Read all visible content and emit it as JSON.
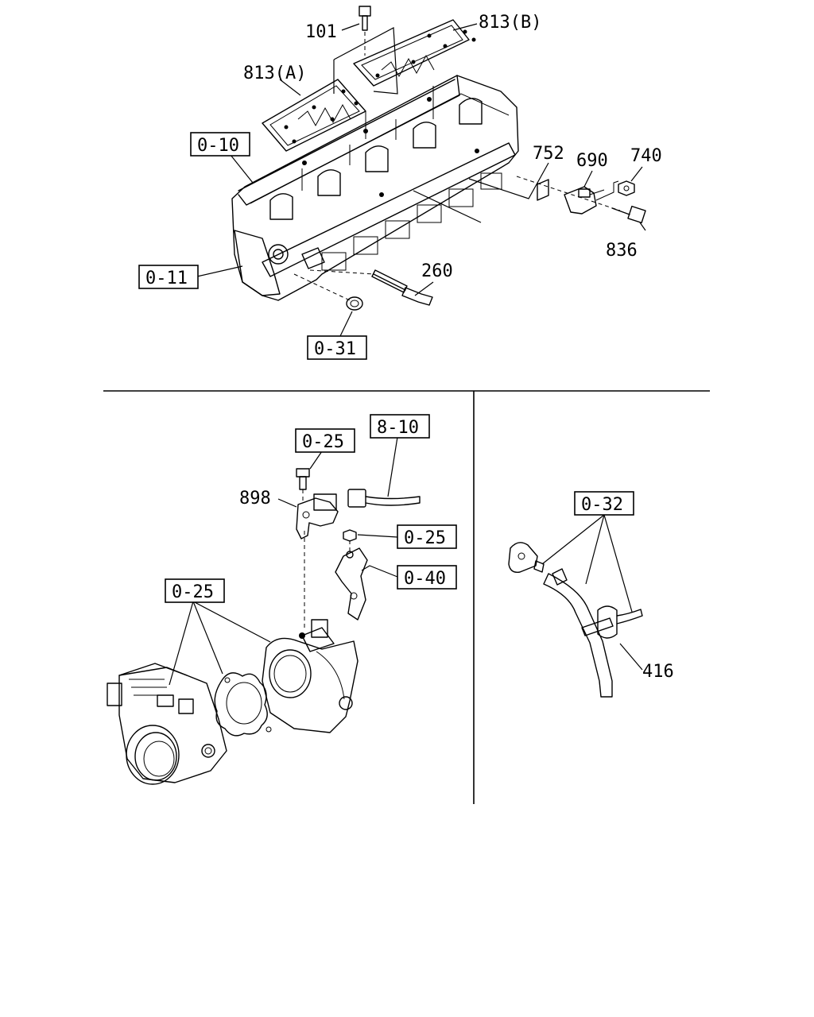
{
  "callouts": {
    "c101": "101",
    "c813b": "813(B)",
    "c813a": "813(A)",
    "c010": "0-10",
    "c752": "752",
    "c690": "690",
    "c740": "740",
    "c836": "836",
    "c011": "0-11",
    "c260": "260",
    "c031": "0-31",
    "c025_top": "0-25",
    "c810": "8-10",
    "c898": "898",
    "c025_nut": "0-25",
    "c040": "0-40",
    "c025_left": "0-25",
    "c032": "0-32",
    "c416": "416"
  }
}
